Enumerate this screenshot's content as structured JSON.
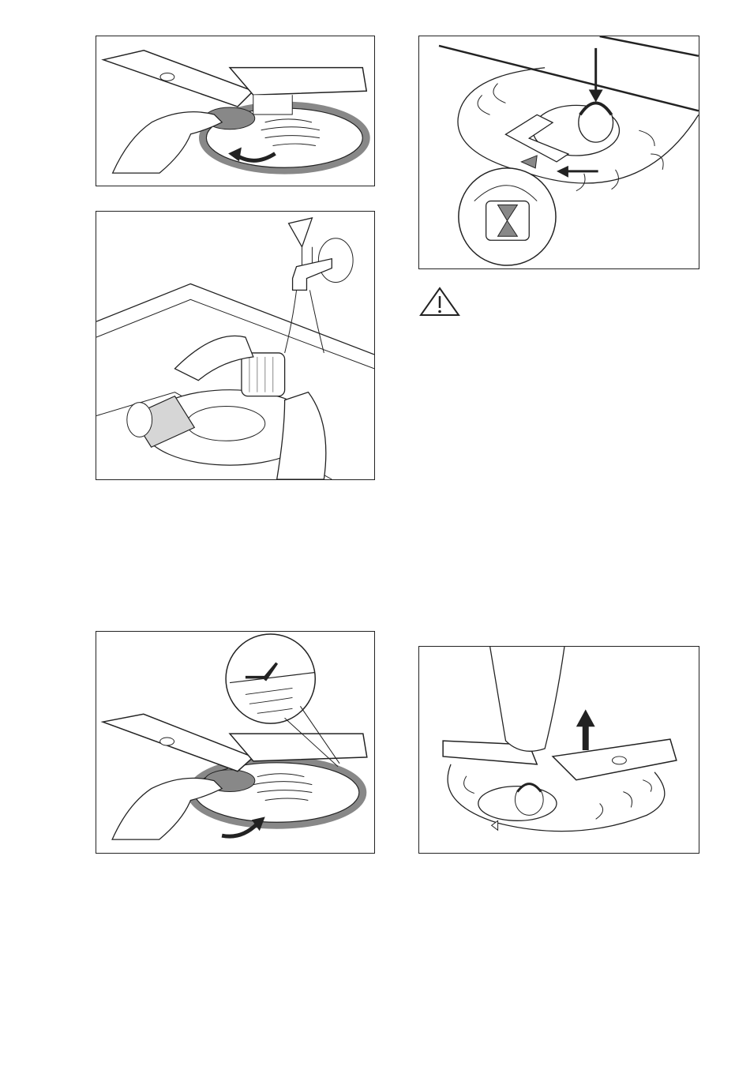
{
  "page": {
    "panels": [
      {
        "id": "p1",
        "depicts": "remove-spray-arm"
      },
      {
        "id": "p2",
        "depicts": "rinse-filters-under-tap"
      },
      {
        "id": "p3",
        "depicts": "lock-filter"
      },
      {
        "id": "p4",
        "depicts": "refit-spray-arm"
      },
      {
        "id": "p5",
        "depicts": "lift-spray-arm"
      }
    ],
    "warning_icon": "warning-triangle-icon"
  },
  "colors": {
    "line": "#222222",
    "gray": "#888888",
    "light": "#d6d6d6"
  }
}
